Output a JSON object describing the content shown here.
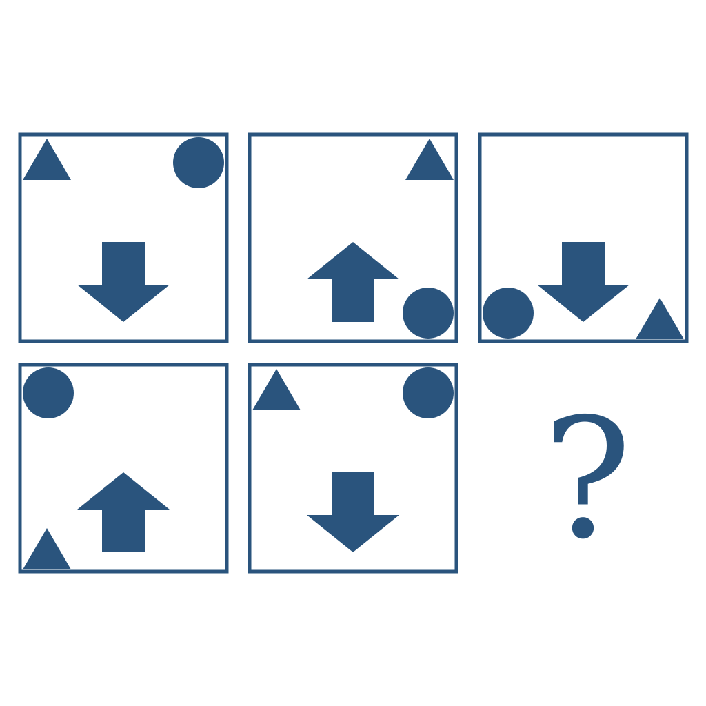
{
  "colors": {
    "shape": "#2a547d",
    "frame": "#2a547d",
    "background": "#ffffff"
  },
  "panels": [
    {
      "id": "panel-1",
      "shapes": [
        {
          "type": "triangle",
          "corner": "top-left"
        },
        {
          "type": "circle",
          "corner": "top-right"
        },
        {
          "type": "arrow",
          "direction": "down"
        }
      ]
    },
    {
      "id": "panel-2",
      "shapes": [
        {
          "type": "triangle",
          "corner": "top-right"
        },
        {
          "type": "circle",
          "corner": "bottom-right"
        },
        {
          "type": "arrow",
          "direction": "up"
        }
      ]
    },
    {
      "id": "panel-3",
      "shapes": [
        {
          "type": "triangle",
          "corner": "bottom-right"
        },
        {
          "type": "circle",
          "corner": "bottom-left"
        },
        {
          "type": "arrow",
          "direction": "down"
        }
      ]
    },
    {
      "id": "panel-4",
      "shapes": [
        {
          "type": "triangle",
          "corner": "bottom-left"
        },
        {
          "type": "circle",
          "corner": "top-left"
        },
        {
          "type": "arrow",
          "direction": "up"
        }
      ]
    },
    {
      "id": "panel-5",
      "shapes": [
        {
          "type": "triangle",
          "corner": "top-left"
        },
        {
          "type": "circle",
          "corner": "top-right"
        },
        {
          "type": "arrow",
          "direction": "down"
        }
      ]
    }
  ],
  "answer_slot": {
    "text": "?"
  }
}
